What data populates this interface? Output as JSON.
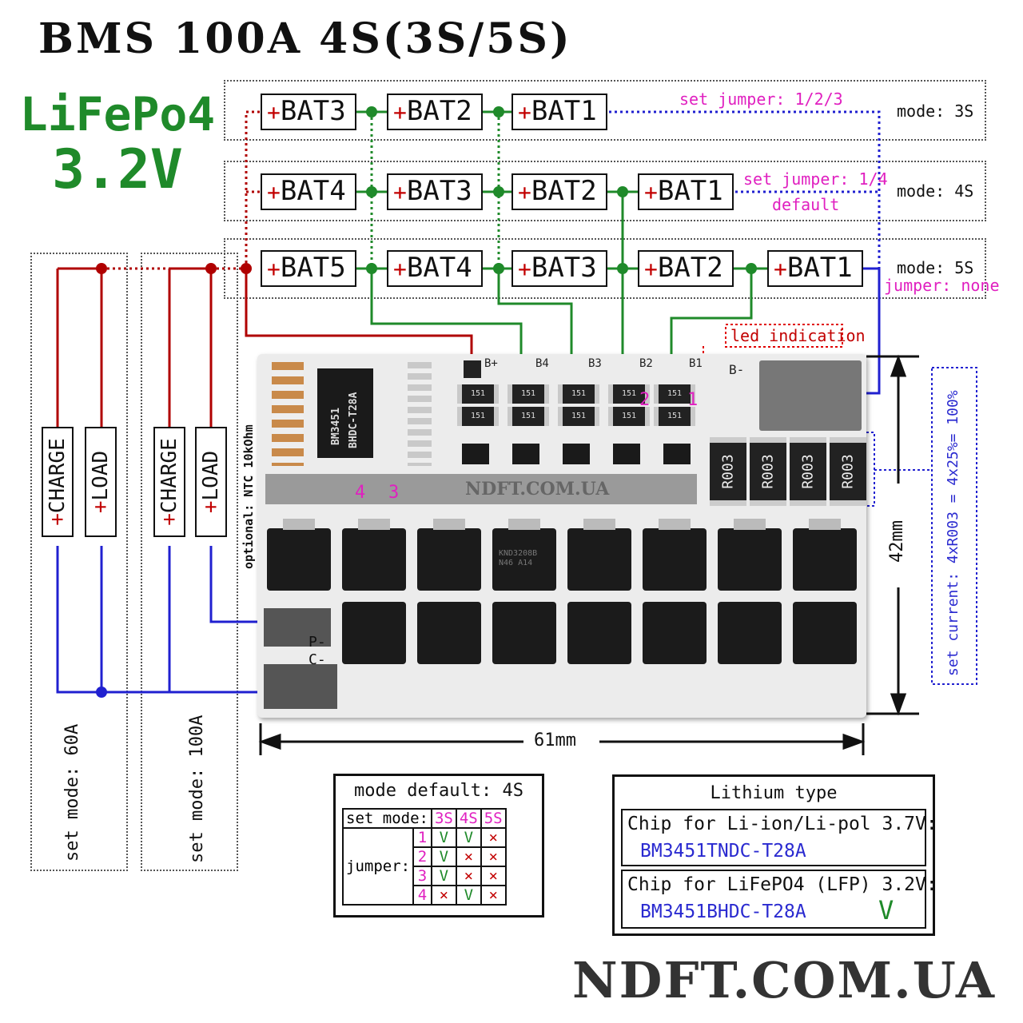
{
  "title": "BMS 100A 4S(3S/5S)",
  "chemistry": {
    "name": "LiFePo4",
    "voltage": "3.2V"
  },
  "modes": [
    {
      "mode": "mode: 3S",
      "jumper_note": "set jumper: 1/2/3",
      "batteries": [
        "BAT3",
        "BAT2",
        "BAT1"
      ]
    },
    {
      "mode": "mode: 4S",
      "jumper_note": "set jumper: 1/4",
      "default_note": "default",
      "batteries": [
        "BAT4",
        "BAT3",
        "BAT2",
        "BAT1"
      ]
    },
    {
      "mode": "mode: 5S",
      "jumper_note": "jumper: none",
      "batteries": [
        "BAT5",
        "BAT4",
        "BAT3",
        "BAT2",
        "BAT1"
      ]
    }
  ],
  "plus_sign": "+",
  "led_indication": "led indication",
  "left_panels": [
    {
      "charge": "CHARGE",
      "load": "LOAD",
      "set_mode": "set mode: 60A"
    },
    {
      "charge": "CHARGE",
      "load": "LOAD",
      "set_mode": "set mode: 100A"
    }
  ],
  "ntc_note": "optional: NTC 10kOhm",
  "board": {
    "chip_line1": "BM3451",
    "chip_line2": "BHDC-T28A",
    "pads": [
      "B+",
      "B4",
      "B3",
      "B2",
      "B1",
      "B-"
    ],
    "pc_labels": [
      "P-",
      "C-"
    ],
    "watermark": "NDFT.COM.UA",
    "resistor_code": "151",
    "shunt_code": "R003",
    "mosfet_code": [
      "KND3208B",
      "N46 A14"
    ],
    "jumper_numbers": [
      "1",
      "2",
      "3",
      "4"
    ]
  },
  "dimensions": {
    "width": "61mm",
    "height": "42mm"
  },
  "set_current": "set current: 4xR003 = 4x25%= 100%",
  "jumper_table": {
    "header": "mode default: 4S",
    "set_mode_label": "set mode:",
    "modes": [
      "3S",
      "4S",
      "5S"
    ],
    "jumper_label": "jumper:",
    "rows": [
      {
        "jumper": "1",
        "values": [
          "V",
          "V",
          "×"
        ]
      },
      {
        "jumper": "2",
        "values": [
          "V",
          "×",
          "×"
        ]
      },
      {
        "jumper": "3",
        "values": [
          "V",
          "×",
          "×"
        ]
      },
      {
        "jumper": "4",
        "values": [
          "×",
          "V",
          "×"
        ]
      }
    ]
  },
  "lithium_type": {
    "header": "Lithium type",
    "liion_label": "Chip for Li-ion/Li-pol 3.7V:",
    "liion_chip": "BM3451TNDC-T28A",
    "lfp_label": "Chip for LiFePO4 (LFP) 3.2V:",
    "lfp_chip": "BM3451BHDC-T28A",
    "lfp_mark": "V"
  },
  "footer": "NDFT.COM.UA",
  "colors": {
    "red_wire": "#b00000",
    "green_wire": "#1f8a2a",
    "blue_wire": "#2020d0",
    "magenta": "#e020c0"
  }
}
